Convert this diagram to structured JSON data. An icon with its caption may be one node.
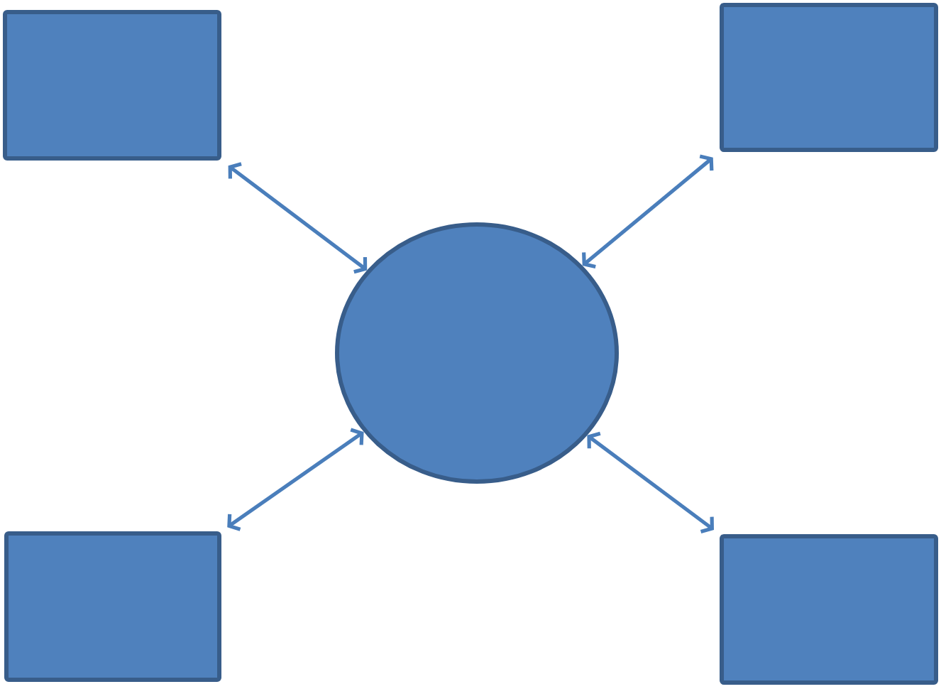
{
  "diagram": {
    "nodes": [
      {
        "text": [],
        "shape": "box"
      },
      {
        "text": [],
        "shape": "box"
      },
      {
        "text": [],
        "shape": "ellipse"
      },
      {
        "text": [],
        "shape": "box"
      },
      {
        "text": [],
        "shape": "box"
      }
    ],
    "edges": [
      {
        "from": 2,
        "to": 0,
        "arrow": "both"
      },
      {
        "from": 2,
        "to": 1,
        "arrow": "both"
      },
      {
        "from": 2,
        "to": 3,
        "arrow": "both"
      },
      {
        "from": 2,
        "to": 4,
        "arrow": "both"
      }
    ]
  }
}
